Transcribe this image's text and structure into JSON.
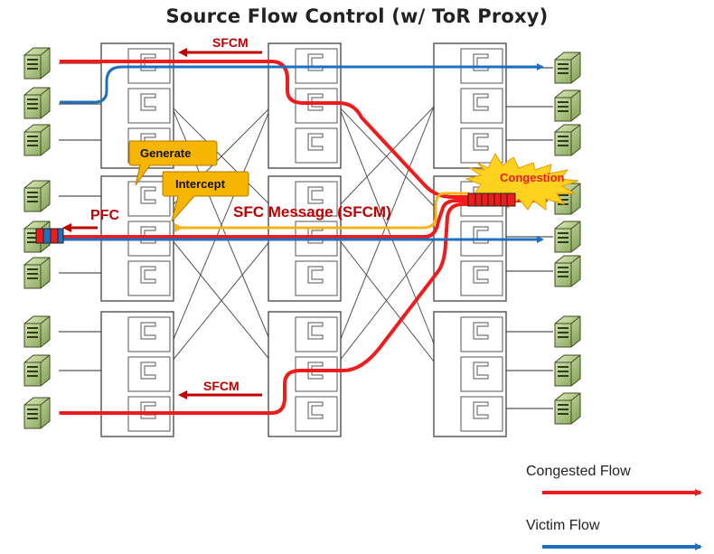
{
  "title": "Source Flow Control (w/ ToR Proxy)",
  "labels": {
    "sfcm_top": "SFCM",
    "sfcm_bottom": "SFCM",
    "pfc": "PFC",
    "sfc_message": "SFC Message (SFCM)",
    "congestion": "Congestion",
    "generate": "Generate",
    "intercept": "Intercept"
  },
  "legend": {
    "congested": "Congested  Flow",
    "victim": "Victim Flow"
  },
  "colors": {
    "congested_flow": "#ee1c1c",
    "victim_flow": "#1f6fc0",
    "sfc_message": "#f5b316",
    "callout_fill": "#f7b500",
    "burst_fill": "#ffd21f",
    "label_red": "#c00000",
    "server_green": "#7f9e52"
  },
  "icons": [
    "server-icon",
    "switch-icon",
    "burst-icon",
    "packet-queue-icon"
  ]
}
